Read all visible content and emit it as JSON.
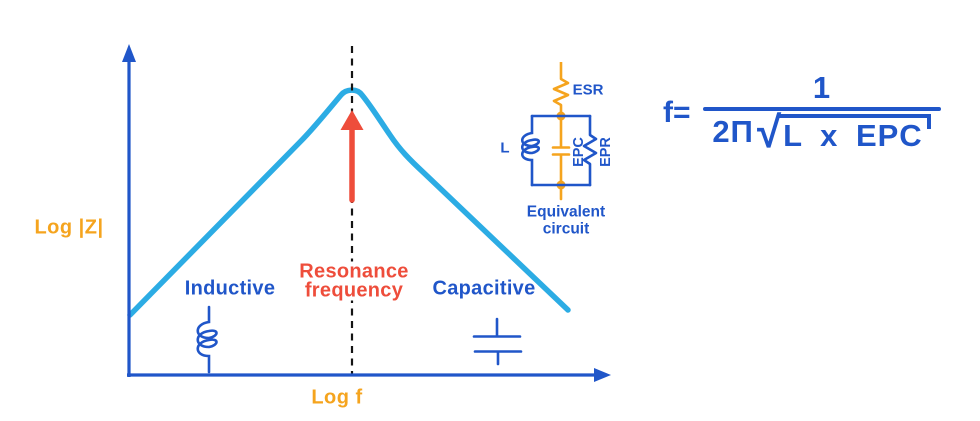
{
  "chart": {
    "y_axis_label": "Log |Z|",
    "x_axis_label": "Log f",
    "region_inductive": "Inductive",
    "region_capacitive": "Capacitive",
    "resonance_line1": "Resonance",
    "resonance_line2": "frequency"
  },
  "equivalent_circuit": {
    "esr_label": "ESR",
    "l_label": "L",
    "epc_label": "EPC",
    "epr_label": "EPR",
    "caption_line1": "Equivalent",
    "caption_line2": "circuit"
  },
  "formula": {
    "lhs": "f=",
    "numerator": "1",
    "denominator_prefix": "2Π",
    "sqrt_glyph": "√",
    "radicand": "L x EPC"
  },
  "icons": {
    "inductor": "inductor-coil-icon",
    "capacitor": "capacitor-plates-icon",
    "resistor_esr": "resistor-zigzag-icon",
    "resistor_epr": "resistor-zigzag-icon"
  },
  "colors": {
    "royal_blue": "#2056c9",
    "sky_blue_curve": "#2cace4",
    "orange": "#f5a41e",
    "red": "#ee4d3b",
    "dash_black": "#141414",
    "background": "#ffffff"
  }
}
